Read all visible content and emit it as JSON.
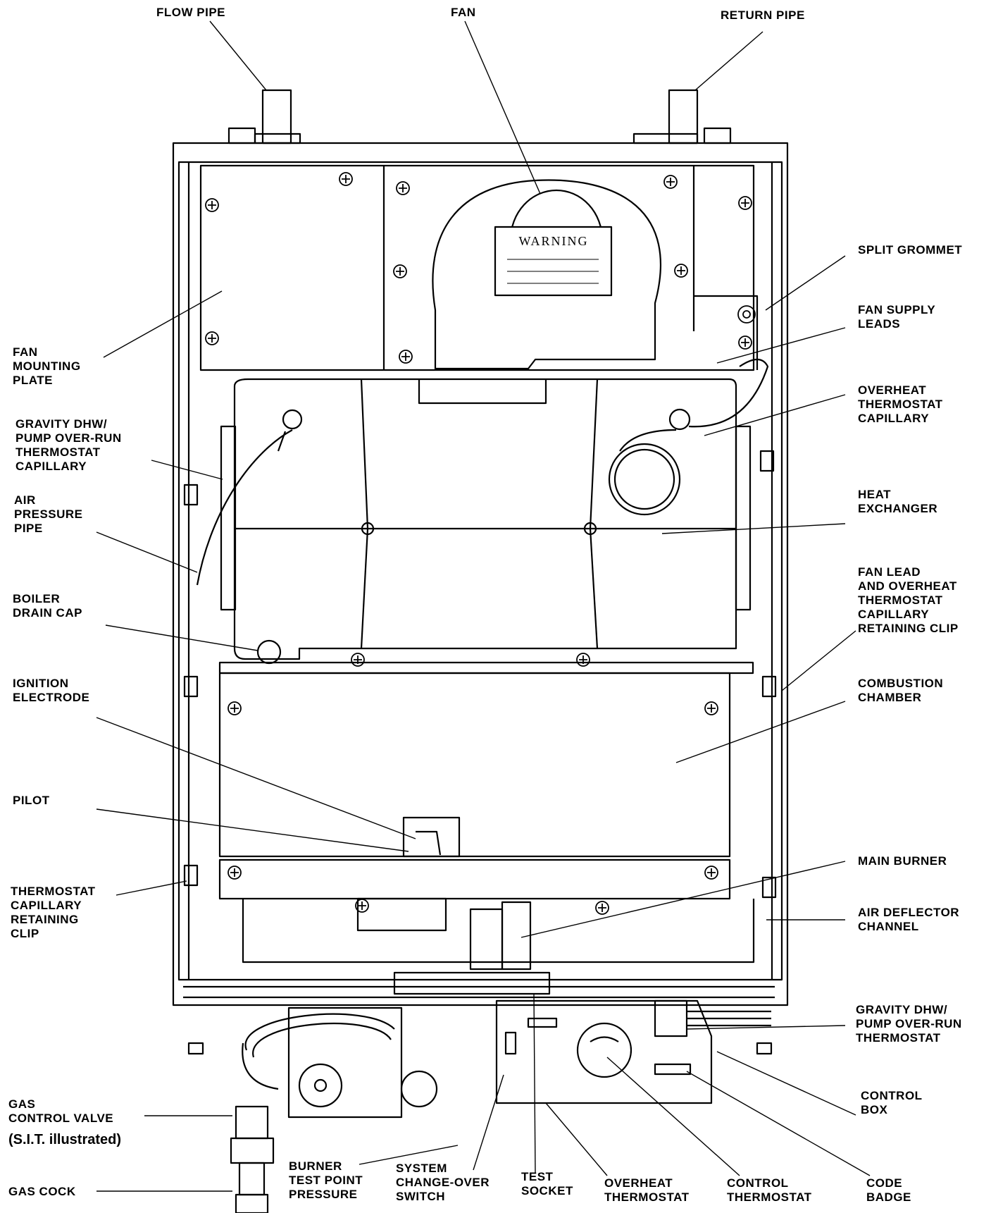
{
  "labels": {
    "flow_pipe": "FLOW PIPE",
    "fan": "FAN",
    "return_pipe": "RETURN PIPE",
    "split_grommet": "SPLIT GROMMET",
    "fan_supply_leads": "FAN SUPPLY\nLEADS",
    "fan_mounting_plate": "FAN\nMOUNTING\nPLATE",
    "overheat_thermostat_capillary": "OVERHEAT\nTHERMOSTAT\nCAPILLARY",
    "gravity_dhw_capillary": "GRAVITY DHW/\nPUMP OVER-RUN\nTHERMOSTAT\nCAPILLARY",
    "heat_exchanger": "HEAT\nEXCHANGER",
    "air_pressure_pipe": "AIR\nPRESSURE\nPIPE",
    "fan_lead_clip": "FAN LEAD\nAND OVERHEAT\nTHERMOSTAT\nCAPILLARY\nRETAINING CLIP",
    "boiler_drain_cap": "BOILER\nDRAIN CAP",
    "ignition_electrode": "IGNITION\nELECTRODE",
    "combustion_chamber": "COMBUSTION\nCHAMBER",
    "pilot": "PILOT",
    "main_burner": "MAIN BURNER",
    "thermostat_capillary_clip": "THERMOSTAT\nCAPILLARY\nRETAINING\nCLIP",
    "air_deflector_channel": "AIR DEFLECTOR\nCHANNEL",
    "gravity_dhw_thermostat": "GRAVITY DHW/\nPUMP OVER-RUN\nTHERMOSTAT",
    "gas_control_valve": "GAS\nCONTROL VALVE",
    "sit_illustrated": "(S.I.T. illustrated)",
    "control_box": "CONTROL\nBOX",
    "gas_cock": "GAS COCK",
    "burner_test_point": "BURNER\nTEST POINT\nPRESSURE",
    "system_change_over": "SYSTEM\nCHANGE-OVER\nSWITCH",
    "test_socket": "TEST\nSOCKET",
    "overheat_thermostat": "OVERHEAT\nTHERMOSTAT",
    "control_thermostat": "CONTROL\nTHERMOSTAT",
    "code_badge": "CODE\nBADGE"
  },
  "warning_label": {
    "title": "WARNING"
  }
}
